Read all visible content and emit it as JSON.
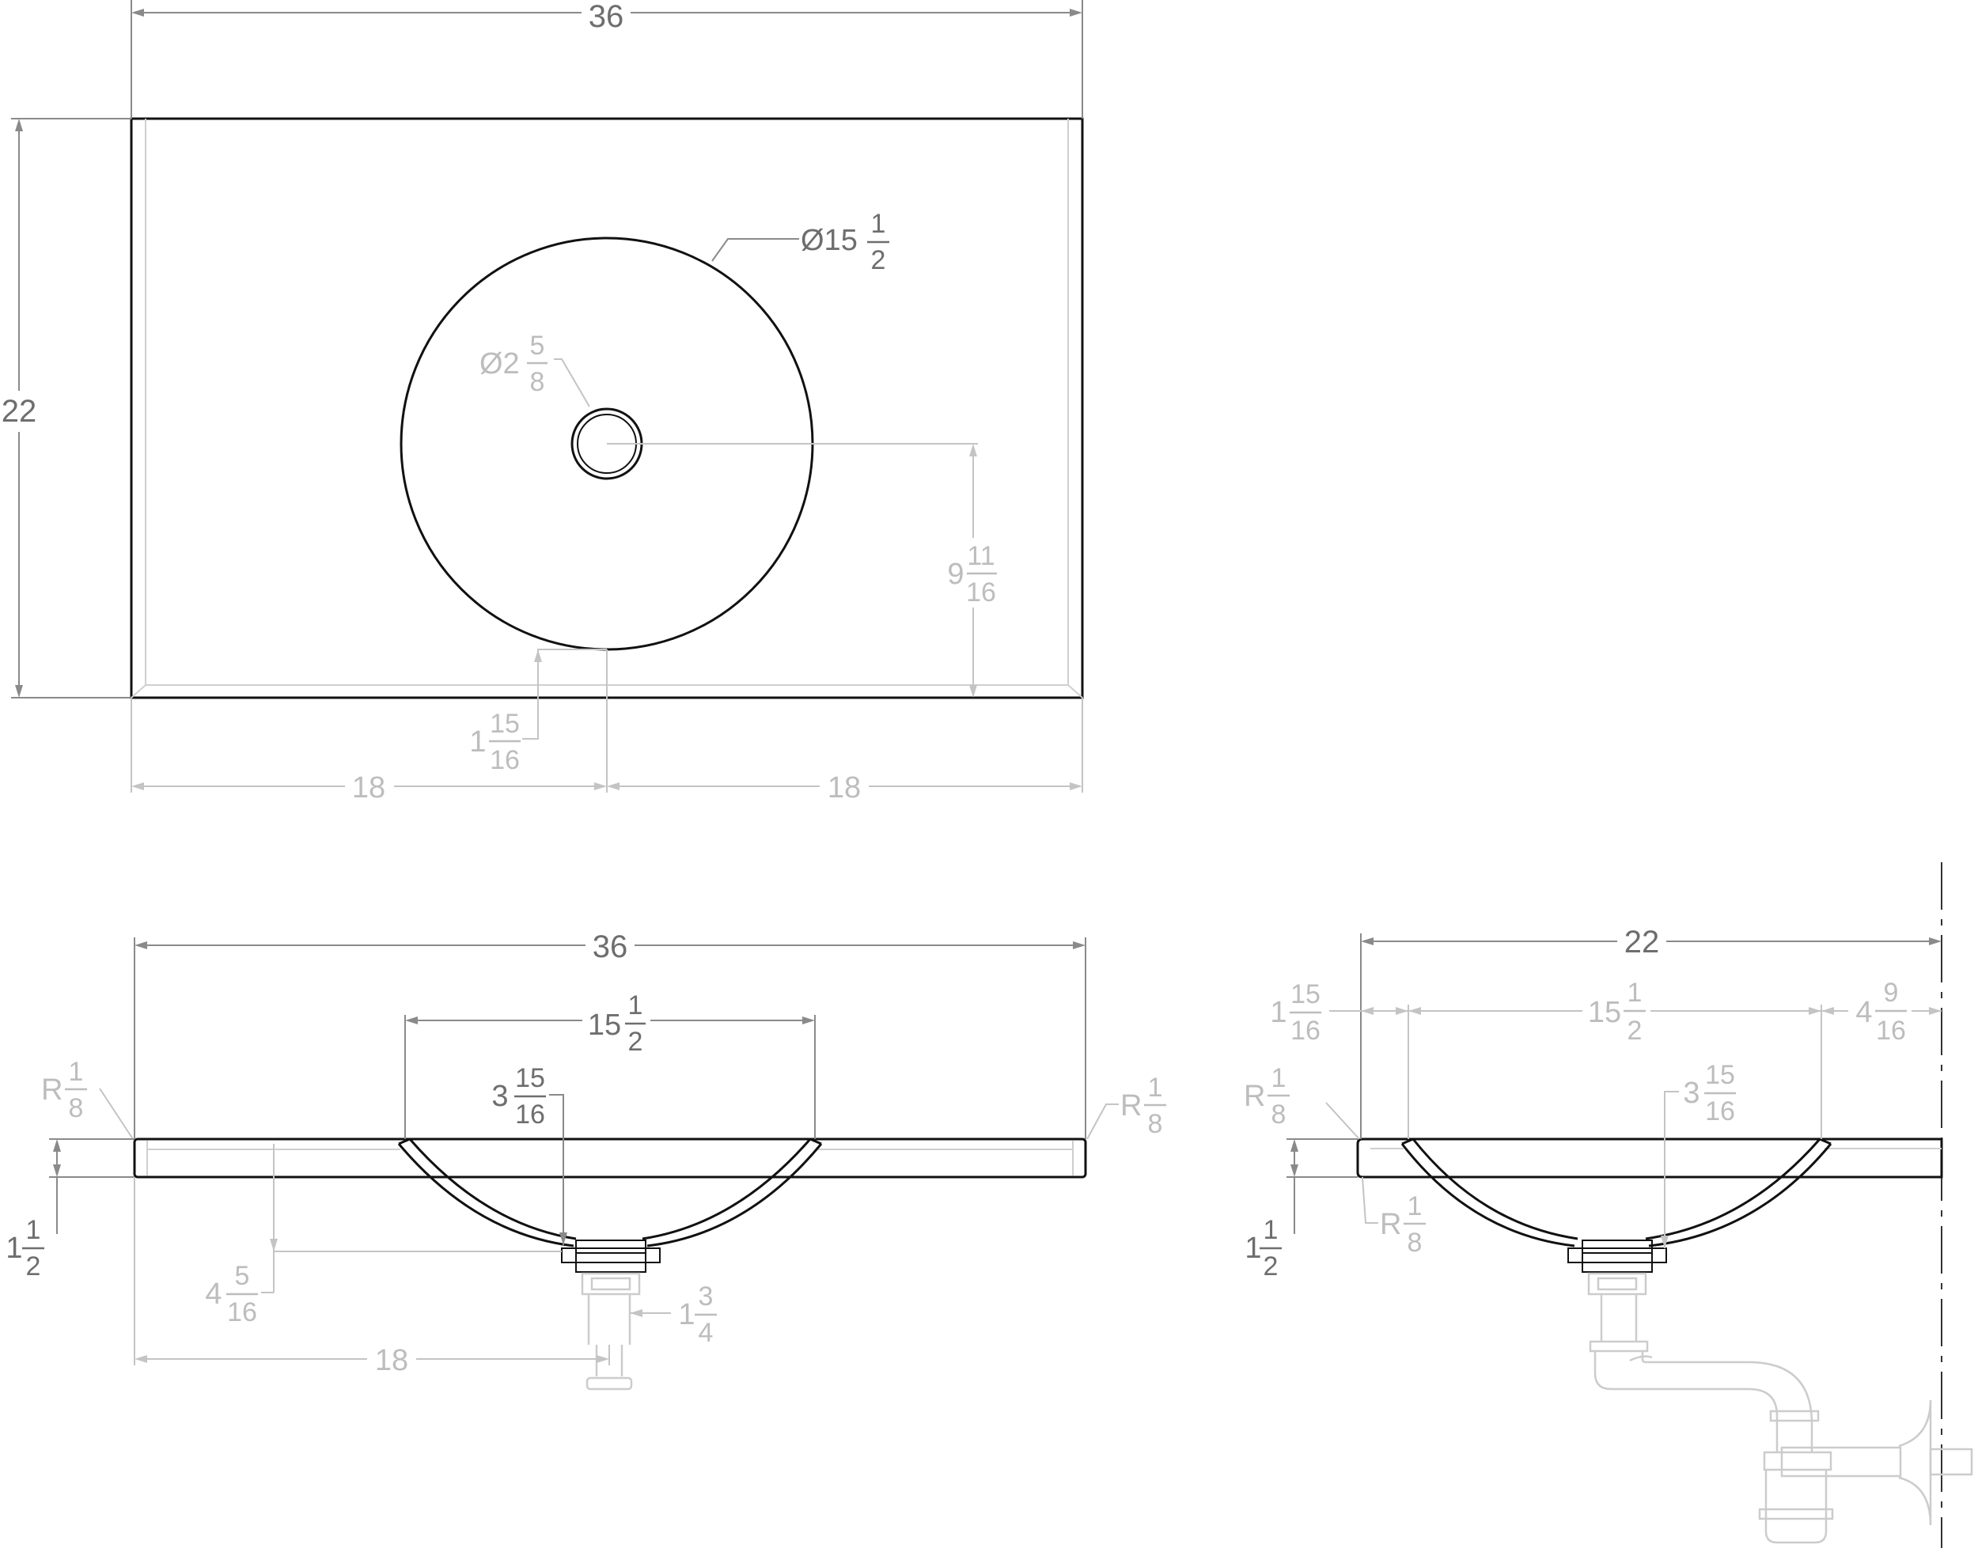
{
  "drawing": {
    "top_view": {
      "width_label": "36",
      "height_label": "22",
      "bowl_dia_prefix": "Ø15",
      "bowl_dia_num": "1",
      "bowl_dia_den": "2",
      "drain_dia_prefix": "Ø2",
      "drain_dia_num": "5",
      "drain_dia_den": "8",
      "bowl_offset_whole": "9",
      "bowl_offset_num": "11",
      "bowl_offset_den": "16",
      "front_edge_whole": "1",
      "front_edge_num": "15",
      "front_edge_den": "16",
      "left_half_label": "18",
      "right_half_label": "18"
    },
    "front_view": {
      "width_label": "36",
      "bowl_width_whole": "15",
      "bowl_width_num": "1",
      "bowl_width_den": "2",
      "bowl_depth_whole": "3",
      "bowl_depth_num": "15",
      "bowl_depth_den": "16",
      "radius_left_prefix": "R",
      "radius_left_num": "1",
      "radius_left_den": "8",
      "radius_right_prefix": "R",
      "radius_right_num": "1",
      "radius_right_den": "8",
      "thickness_whole": "1",
      "thickness_num": "1",
      "thickness_den": "2",
      "drain_depth_whole": "4",
      "drain_depth_num": "5",
      "drain_depth_den": "16",
      "tail_dia_whole": "1",
      "tail_dia_num": "3",
      "tail_dia_den": "4",
      "center_label": "18"
    },
    "side_view": {
      "depth_label": "22",
      "front_margin_whole": "1",
      "front_margin_num": "15",
      "front_margin_den": "16",
      "bowl_width_whole": "15",
      "bowl_width_num": "1",
      "bowl_width_den": "2",
      "back_margin_whole": "4",
      "back_margin_num": "9",
      "back_margin_den": "16",
      "bowl_depth_whole": "3",
      "bowl_depth_num": "15",
      "bowl_depth_den": "16",
      "radius_top_prefix": "R",
      "radius_top_num": "1",
      "radius_top_den": "8",
      "radius_bottom_prefix": "R",
      "radius_bottom_num": "1",
      "radius_bottom_den": "8",
      "thickness_whole": "1",
      "thickness_num": "1",
      "thickness_den": "2"
    }
  }
}
